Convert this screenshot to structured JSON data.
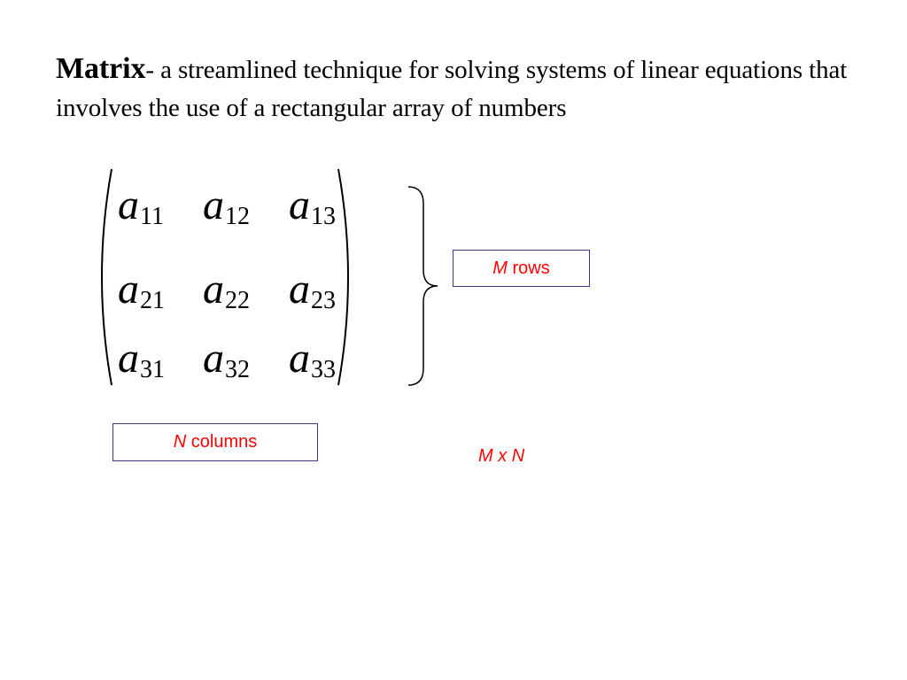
{
  "definition": {
    "term": "Matrix",
    "separator": "-",
    "text": " a streamlined technique for solving systems of linear equations that involves the use of a rectangular array of numbers"
  },
  "matrix": {
    "rows": [
      [
        {
          "base": "a",
          "sub": "11"
        },
        {
          "base": "a",
          "sub": "12"
        },
        {
          "base": "a",
          "sub": "13"
        }
      ],
      [
        {
          "base": "a",
          "sub": "21"
        },
        {
          "base": "a",
          "sub": "22"
        },
        {
          "base": "a",
          "sub": "23"
        }
      ],
      [
        {
          "base": "a",
          "sub": "31"
        },
        {
          "base": "a",
          "sub": "32"
        },
        {
          "base": "a",
          "sub": "33"
        }
      ]
    ]
  },
  "rows_label": {
    "var": "M",
    "text": " rows"
  },
  "columns_label": {
    "var": "N",
    "text": " columns"
  },
  "dimensions": "M x N",
  "colors": {
    "text": "#000000",
    "accent": "#ff0000",
    "box_border": "#3a3a8c"
  }
}
